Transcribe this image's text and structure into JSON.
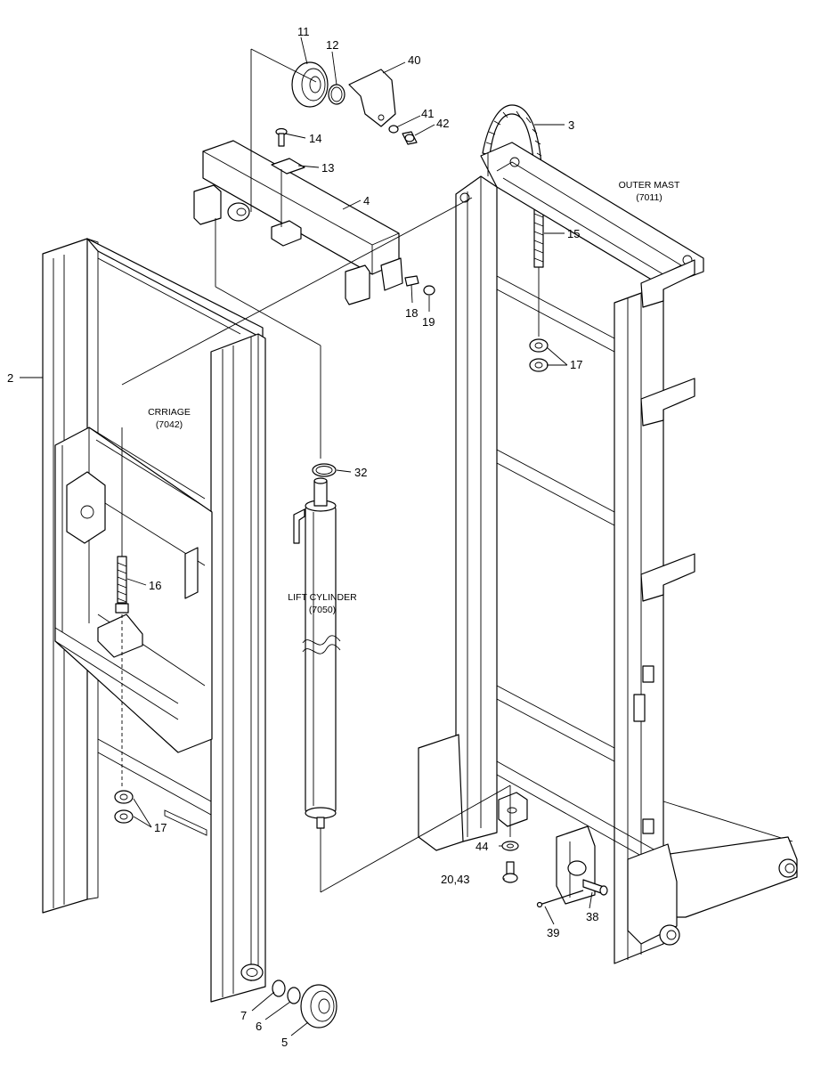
{
  "labels": {
    "l2": "2",
    "l3": "3",
    "l4": "4",
    "l5": "5",
    "l6": "6",
    "l7": "7",
    "l11": "11",
    "l12": "12",
    "l13": "13",
    "l14": "14",
    "l15": "15",
    "l16": "16",
    "l17a": "17",
    "l17b": "17",
    "l18": "18",
    "l19": "19",
    "l20_43": "20,43",
    "l32": "32",
    "l38": "38",
    "l39": "39",
    "l40": "40",
    "l41": "41",
    "l42": "42",
    "l44": "44"
  },
  "captions": {
    "carriage_name": "CRRIAGE",
    "carriage_code": "(7042)",
    "lift_cylinder_name": "LIFT CYLINDER",
    "lift_cylinder_code": "(7050)",
    "outer_mast_name": "OUTER MAST",
    "outer_mast_code": "(7011)"
  }
}
